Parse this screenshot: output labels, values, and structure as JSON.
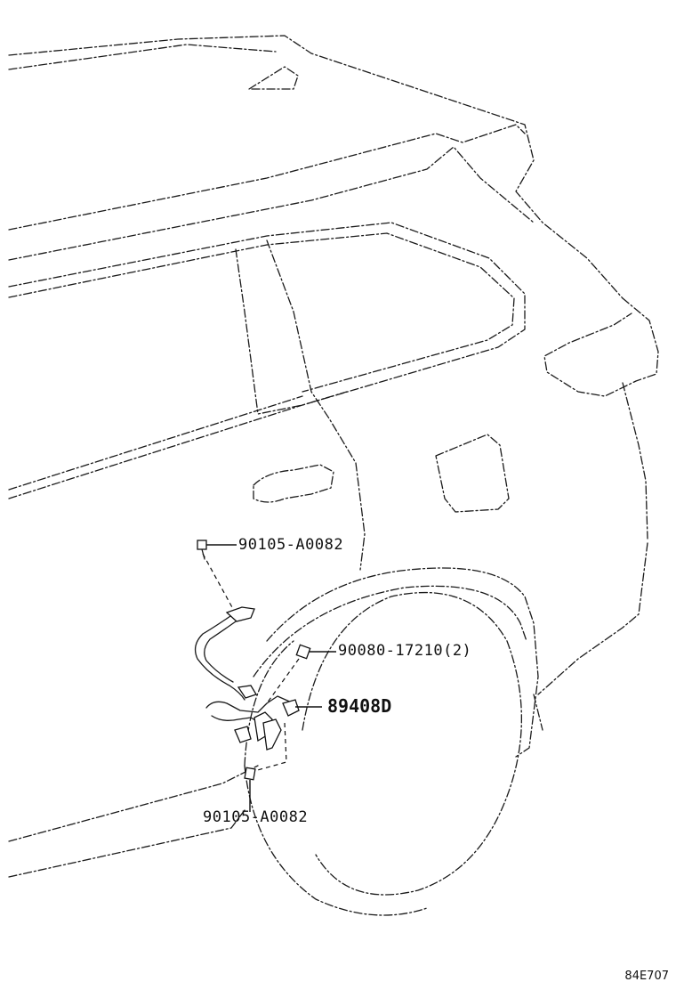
{
  "diagram": {
    "callouts": [
      {
        "id": "bolt-upper",
        "part_number": "90105-A0082"
      },
      {
        "id": "clip",
        "part_number": "90080-17210(2)"
      },
      {
        "id": "sensor",
        "part_number": "89408D"
      },
      {
        "id": "bolt-lower",
        "part_number": "90105-A0082"
      }
    ],
    "illustration_code": "84E707"
  }
}
